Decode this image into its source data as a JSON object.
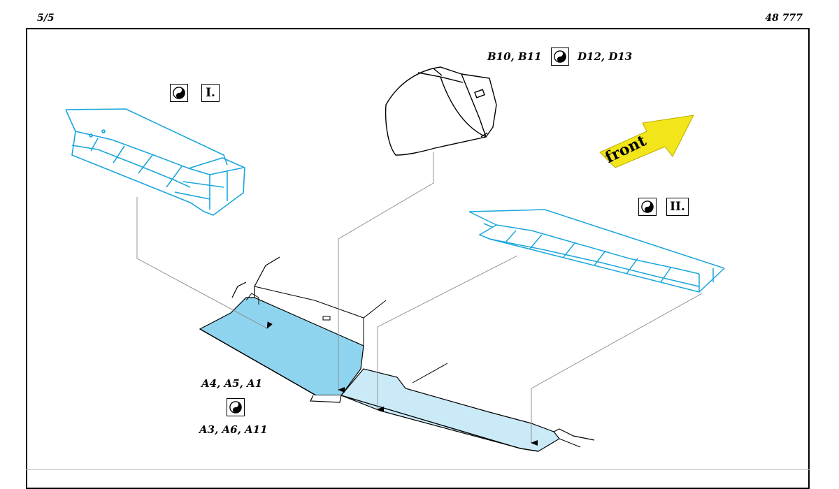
{
  "header": {
    "page_number": "5/5",
    "set_number": "48 777"
  },
  "callouts": {
    "top_left": "B10, B11",
    "top_right": "D12, D13",
    "lower_top": "A4, A5, A1",
    "lower_bottom": "A3, A6, A11"
  },
  "steps": {
    "step_1": "I.",
    "step_2": "II."
  },
  "arrow_label": "front",
  "colors": {
    "part_outline": "#1aa6dc",
    "fill_dark": "#8fd4ef",
    "fill_light": "#cbeaf8",
    "arrow": "#f2e51a"
  },
  "icons": {
    "fold_symbol": "yin-yang-icon"
  }
}
